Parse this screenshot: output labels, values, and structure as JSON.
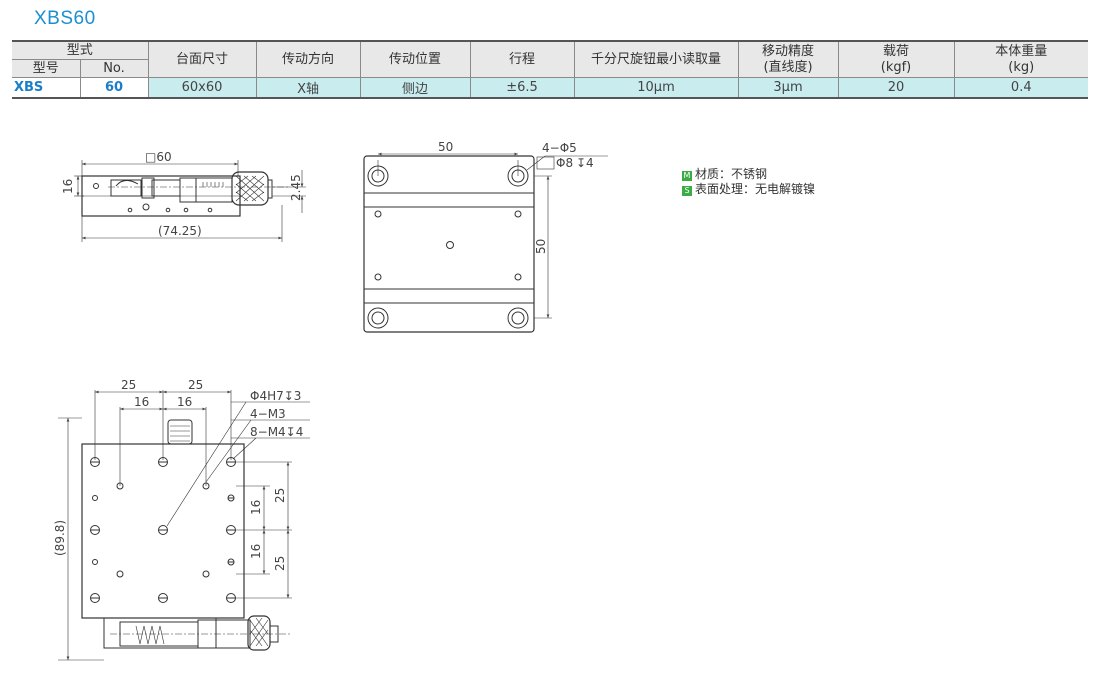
{
  "title": "XBS60",
  "table": {
    "group_header": "型式",
    "sub_headers": [
      "型号",
      "No."
    ],
    "headers": [
      {
        "l1": "台面尺寸"
      },
      {
        "l1": "传动方向"
      },
      {
        "l1": "传动位置"
      },
      {
        "l1": "行程"
      },
      {
        "l1": "千分尺旋钮最小读取量"
      },
      {
        "l1": "移动精度",
        "l2": "(直线度)"
      },
      {
        "l1": "载荷",
        "l2": "(kgf)"
      },
      {
        "l1": "本体重量",
        "l2": "(kg)"
      }
    ],
    "row": {
      "model": "XBS",
      "no": "60",
      "cells": [
        "60x60",
        "X轴",
        "侧边",
        "±6.5",
        "10μm",
        "3μm",
        "20",
        "0.4"
      ]
    }
  },
  "drawing": {
    "side": {
      "width": "□60",
      "height": "16",
      "offset": "2.45",
      "length": "(74.25)"
    },
    "top": {
      "span_x": "50",
      "span_y": "50",
      "hole": "4−Φ5",
      "counterbore": "Φ8",
      "cb_depth_sym": "↧4"
    },
    "bottom": {
      "d25a": "25",
      "d25b": "25",
      "d16a": "16",
      "d16b": "16",
      "callout1": "Φ4H7↧3",
      "callout2": "4−M3",
      "callout3": "8−M4↧4",
      "total_h": "(89.8)",
      "r25a": "25",
      "r16a": "16",
      "r16b": "16",
      "r25b": "25"
    }
  },
  "notes": [
    {
      "badge": "M",
      "color": "#3aab45",
      "text": "材质：不锈钢"
    },
    {
      "badge": "S",
      "color": "#3aab45",
      "text": "表面处理：无电解镀镍"
    }
  ]
}
